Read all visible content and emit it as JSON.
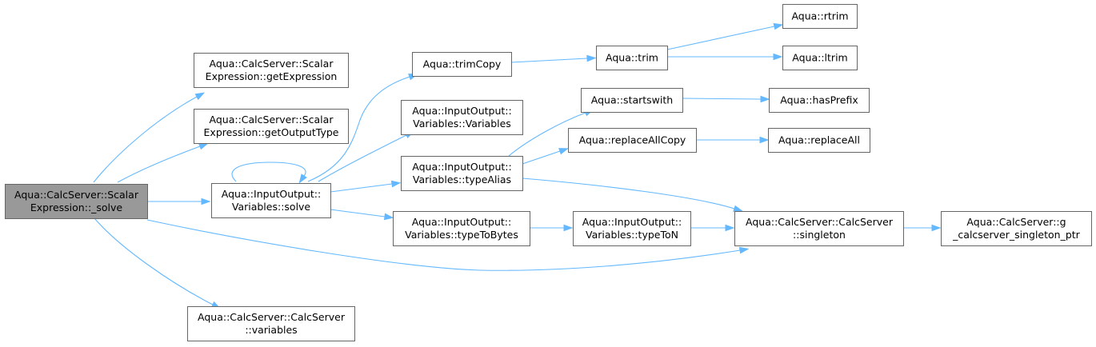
{
  "graph": {
    "nodes": [
      {
        "id": "n_solve_root",
        "lines": [
          "Aqua::CalcServer::Scalar",
          "Expression::_solve"
        ],
        "root": true
      },
      {
        "id": "n_getExpression",
        "lines": [
          "Aqua::CalcServer::Scalar",
          "Expression::getExpression"
        ]
      },
      {
        "id": "n_getOutputType",
        "lines": [
          "Aqua::CalcServer::Scalar",
          "Expression::getOutputType"
        ]
      },
      {
        "id": "n_var_solve",
        "lines": [
          "Aqua::InputOutput::",
          "Variables::solve"
        ]
      },
      {
        "id": "n_variables",
        "lines": [
          "Aqua::CalcServer::CalcServer",
          "::variables"
        ]
      },
      {
        "id": "n_trimCopy",
        "lines": [
          "Aqua::trimCopy"
        ]
      },
      {
        "id": "n_ctor",
        "lines": [
          "Aqua::InputOutput::",
          "Variables::Variables"
        ]
      },
      {
        "id": "n_typeAlias",
        "lines": [
          "Aqua::InputOutput::",
          "Variables::typeAlias"
        ]
      },
      {
        "id": "n_typeToBytes",
        "lines": [
          "Aqua::InputOutput::",
          "Variables::typeToBytes"
        ]
      },
      {
        "id": "n_trim",
        "lines": [
          "Aqua::trim"
        ]
      },
      {
        "id": "n_startswith",
        "lines": [
          "Aqua::startswith"
        ]
      },
      {
        "id": "n_replaceAllCopy",
        "lines": [
          "Aqua::replaceAllCopy"
        ]
      },
      {
        "id": "n_typeToN",
        "lines": [
          "Aqua::InputOutput::",
          "Variables::typeToN"
        ]
      },
      {
        "id": "n_rtrim",
        "lines": [
          "Aqua::rtrim"
        ]
      },
      {
        "id": "n_ltrim",
        "lines": [
          "Aqua::ltrim"
        ]
      },
      {
        "id": "n_hasPrefix",
        "lines": [
          "Aqua::hasPrefix"
        ]
      },
      {
        "id": "n_replaceAll",
        "lines": [
          "Aqua::replaceAll"
        ]
      },
      {
        "id": "n_singleton",
        "lines": [
          "Aqua::CalcServer::CalcServer",
          "::singleton"
        ]
      },
      {
        "id": "n_singleton_ptr",
        "lines": [
          "Aqua::CalcServer::g",
          "_calcserver_singleton_ptr"
        ]
      }
    ],
    "edges": [
      {
        "from": "n_solve_root",
        "to": "n_getExpression"
      },
      {
        "from": "n_solve_root",
        "to": "n_getOutputType"
      },
      {
        "from": "n_solve_root",
        "to": "n_var_solve"
      },
      {
        "from": "n_solve_root",
        "to": "n_singleton"
      },
      {
        "from": "n_solve_root",
        "to": "n_variables"
      },
      {
        "from": "n_var_solve",
        "to": "n_var_solve"
      },
      {
        "from": "n_var_solve",
        "to": "n_trimCopy"
      },
      {
        "from": "n_var_solve",
        "to": "n_ctor"
      },
      {
        "from": "n_var_solve",
        "to": "n_typeAlias"
      },
      {
        "from": "n_var_solve",
        "to": "n_typeToBytes"
      },
      {
        "from": "n_trimCopy",
        "to": "n_trim"
      },
      {
        "from": "n_trim",
        "to": "n_rtrim"
      },
      {
        "from": "n_trim",
        "to": "n_ltrim"
      },
      {
        "from": "n_typeAlias",
        "to": "n_startswith"
      },
      {
        "from": "n_typeAlias",
        "to": "n_replaceAllCopy"
      },
      {
        "from": "n_typeAlias",
        "to": "n_singleton"
      },
      {
        "from": "n_startswith",
        "to": "n_hasPrefix"
      },
      {
        "from": "n_replaceAllCopy",
        "to": "n_replaceAll"
      },
      {
        "from": "n_typeToBytes",
        "to": "n_typeToN"
      },
      {
        "from": "n_typeToN",
        "to": "n_singleton"
      },
      {
        "from": "n_singleton",
        "to": "n_singleton_ptr"
      }
    ],
    "colors": {
      "edge": "#63b8ff",
      "node_border": "#666666",
      "root_fill": "#999999",
      "node_fill": "#ffffff"
    }
  }
}
